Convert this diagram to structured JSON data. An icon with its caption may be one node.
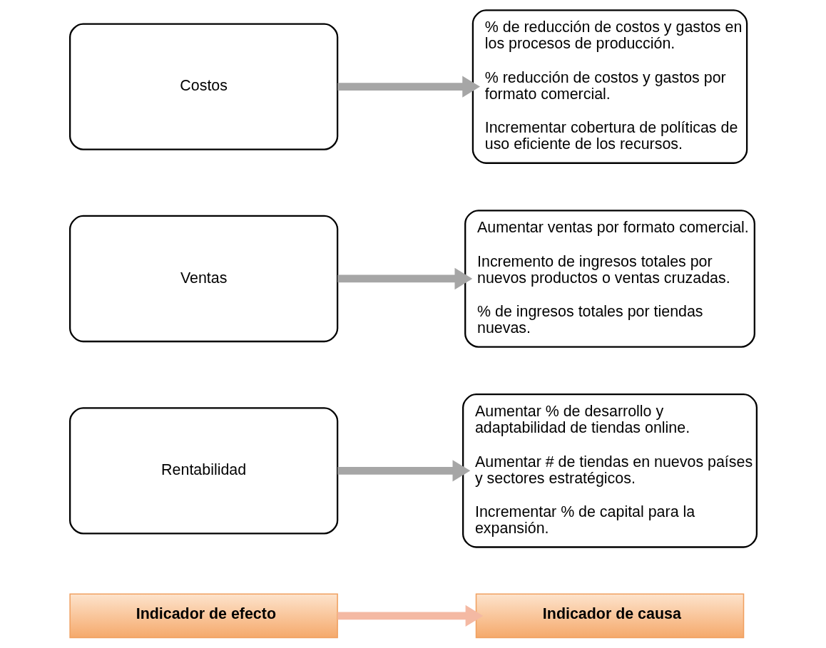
{
  "diagram": {
    "nodes": [
      {
        "text": [
          "Indicador de efecto"
        ]
      },
      {
        "text": [
          "Indicador de causa"
        ]
      },
      {
        "text": [
          "Rentabilidad"
        ]
      },
      {
        "text": [
          "Aumentar % de desarrollo y adaptabilidad de tiendas online.",
          "Aumentar # de tiendas en nuevos países y sectores estratégicos.",
          "Incrementar % de capital para la expansión."
        ]
      },
      {
        "text": [
          "Ventas"
        ]
      },
      {
        "text": [
          "Aumentar ventas por formato comercial.",
          "Incremento de ingresos totales por nuevos productos o ventas cruzadas.",
          "% de ingresos totales por tiendas nuevas."
        ]
      },
      {
        "text": [
          "Costos"
        ]
      },
      {
        "text": [
          "% de reducción de costos y gastos en los procesos de producción.",
          "% reducción de costos y gastos por formato comercial.",
          "Incrementar cobertura de políticas de uso eficiente de los recursos."
        ]
      }
    ],
    "edges": [
      {
        "from": 0,
        "to": 1,
        "arrow": "to",
        "color": "#f4b9a3"
      },
      {
        "from": 2,
        "to": 3,
        "arrow": "to"
      },
      {
        "from": 4,
        "to": 5,
        "arrow": "to"
      },
      {
        "from": 6,
        "to": 7,
        "arrow": "to"
      }
    ]
  }
}
